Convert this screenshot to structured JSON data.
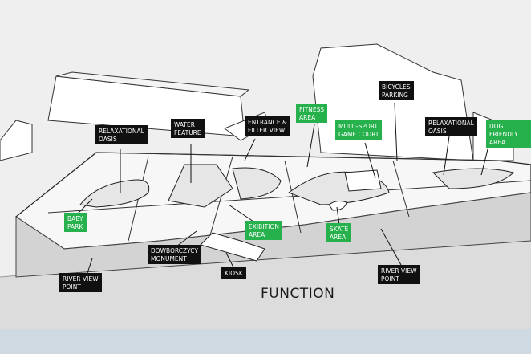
{
  "caption": "FUNCTION",
  "labels": {
    "relax_oasis_left": "RELAXATIONAL\nOASIS",
    "water_feature": "WATER\nFEATURE",
    "entrance": "ENTRANCE &\nFILTER VIEW",
    "fitness": "FITNESS\nAREA",
    "multisport": "MULTI-SPORT\nGAME COURT",
    "bicycles": "BICYCLES\nPARKING",
    "relax_oasis_right": "RELAXATIONAL\nOASIS",
    "dog_friendly": "DOG FRIENDLY\nAREA",
    "baby_park": "BABY\nPARK",
    "exibition": "EXIBITION\nAREA",
    "skate": "SKATE\nAREA",
    "dowborczycy": "DOWBORCZYCY\nMONUMENT",
    "kiosk": "KIOSK",
    "river_view_left": "RIVER VIEW\nPOINT",
    "river_view_right": "RIVER VIEW\nPOINT"
  },
  "colors": {
    "label_dark": "#101010",
    "label_green": "#27b14d",
    "background": "#eeeeee"
  }
}
